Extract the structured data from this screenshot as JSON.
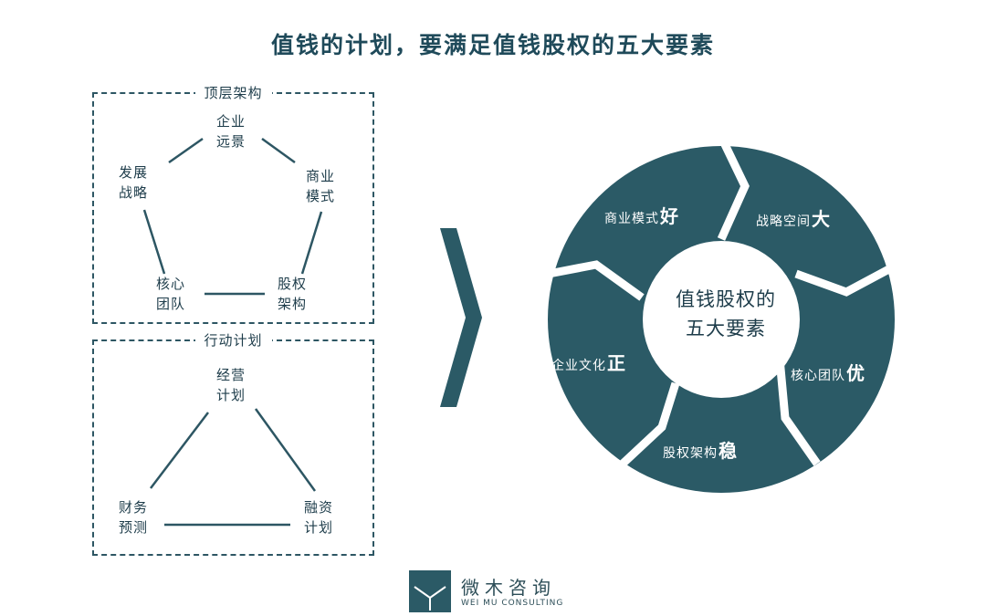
{
  "title": "值钱的计划，要满足值钱股权的五大要素",
  "top_box": {
    "label": "顶层架构",
    "nodes": [
      {
        "line1": "企业",
        "line2": "远景"
      },
      {
        "line1": "商业",
        "line2": "模式"
      },
      {
        "line1": "股权",
        "line2": "架构"
      },
      {
        "line1": "核心",
        "line2": "团队"
      },
      {
        "line1": "发展",
        "line2": "战略"
      }
    ]
  },
  "bottom_box": {
    "label": "行动计划",
    "nodes": [
      {
        "line1": "经营",
        "line2": "计划"
      },
      {
        "line1": "融资",
        "line2": "计划"
      },
      {
        "line1": "财务",
        "line2": "预测"
      }
    ]
  },
  "circle": {
    "center_line1": "值钱股权的",
    "center_line2": "五大要素",
    "segments": [
      {
        "text": "商业模式",
        "big": "好"
      },
      {
        "text": "战略空间",
        "big": "大"
      },
      {
        "text": "核心团队",
        "big": "优"
      },
      {
        "text": "股权架构",
        "big": "稳"
      },
      {
        "text": "企业文化",
        "big": "正"
      }
    ],
    "color": "#2b5a66"
  },
  "logo": {
    "cn": "微木咨询",
    "en": "WEI MU CONSULTING"
  }
}
